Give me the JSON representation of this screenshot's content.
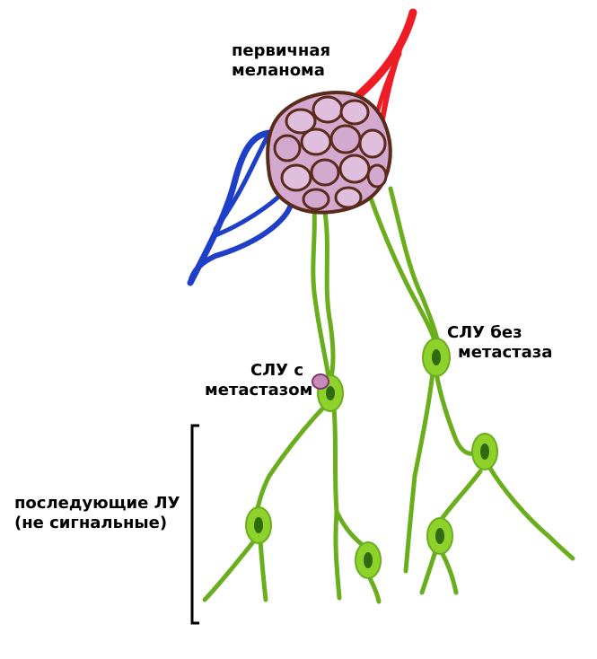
{
  "labels": {
    "primary_tumor": [
      "первичная",
      "меланома"
    ],
    "slu_without_metastasis": [
      "СЛУ без",
      "метастаза"
    ],
    "slu_with_metastasis": [
      "СЛУ с",
      "метастазом"
    ],
    "subsequent_nodes": [
      "последующие ЛУ",
      "(не сигнальные)"
    ]
  },
  "colors": {
    "artery": "#ee1c24",
    "vein": "#1f3fc8",
    "lymph_vessel": "#6aae1e",
    "lymph_node": "#8ed12a",
    "lymph_node_core": "#2f6a10",
    "tumor_cell": "#d3a9cf",
    "tumor_outline": "#5a2a1a",
    "metastasis": "#c88ab8"
  }
}
